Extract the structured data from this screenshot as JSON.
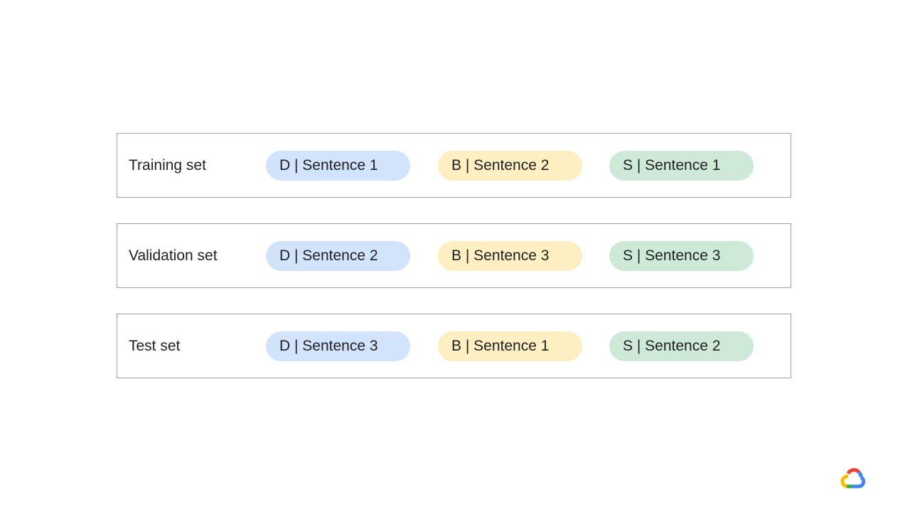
{
  "rows": [
    {
      "label": "Training set",
      "items": [
        {
          "text": "D | Sentence 1",
          "color": "#d2e3fc"
        },
        {
          "text": "B | Sentence 2",
          "color": "#feefc3"
        },
        {
          "text": "S | Sentence 1",
          "color": "#ceead6"
        }
      ]
    },
    {
      "label": "Validation set",
      "items": [
        {
          "text": "D | Sentence 2",
          "color": "#d2e3fc"
        },
        {
          "text": "B | Sentence 3",
          "color": "#feefc3"
        },
        {
          "text": "S | Sentence 3",
          "color": "#ceead6"
        }
      ]
    },
    {
      "label": "Test set",
      "items": [
        {
          "text": "D | Sentence 3",
          "color": "#d2e3fc"
        },
        {
          "text": "B | Sentence 1",
          "color": "#feefc3"
        },
        {
          "text": "S | Sentence 2",
          "color": "#ceead6"
        }
      ]
    }
  ],
  "logo": {
    "icon": "google-cloud-logo-icon",
    "colors": [
      "#ea4335",
      "#fbbc04",
      "#34a853",
      "#4285f4"
    ]
  }
}
